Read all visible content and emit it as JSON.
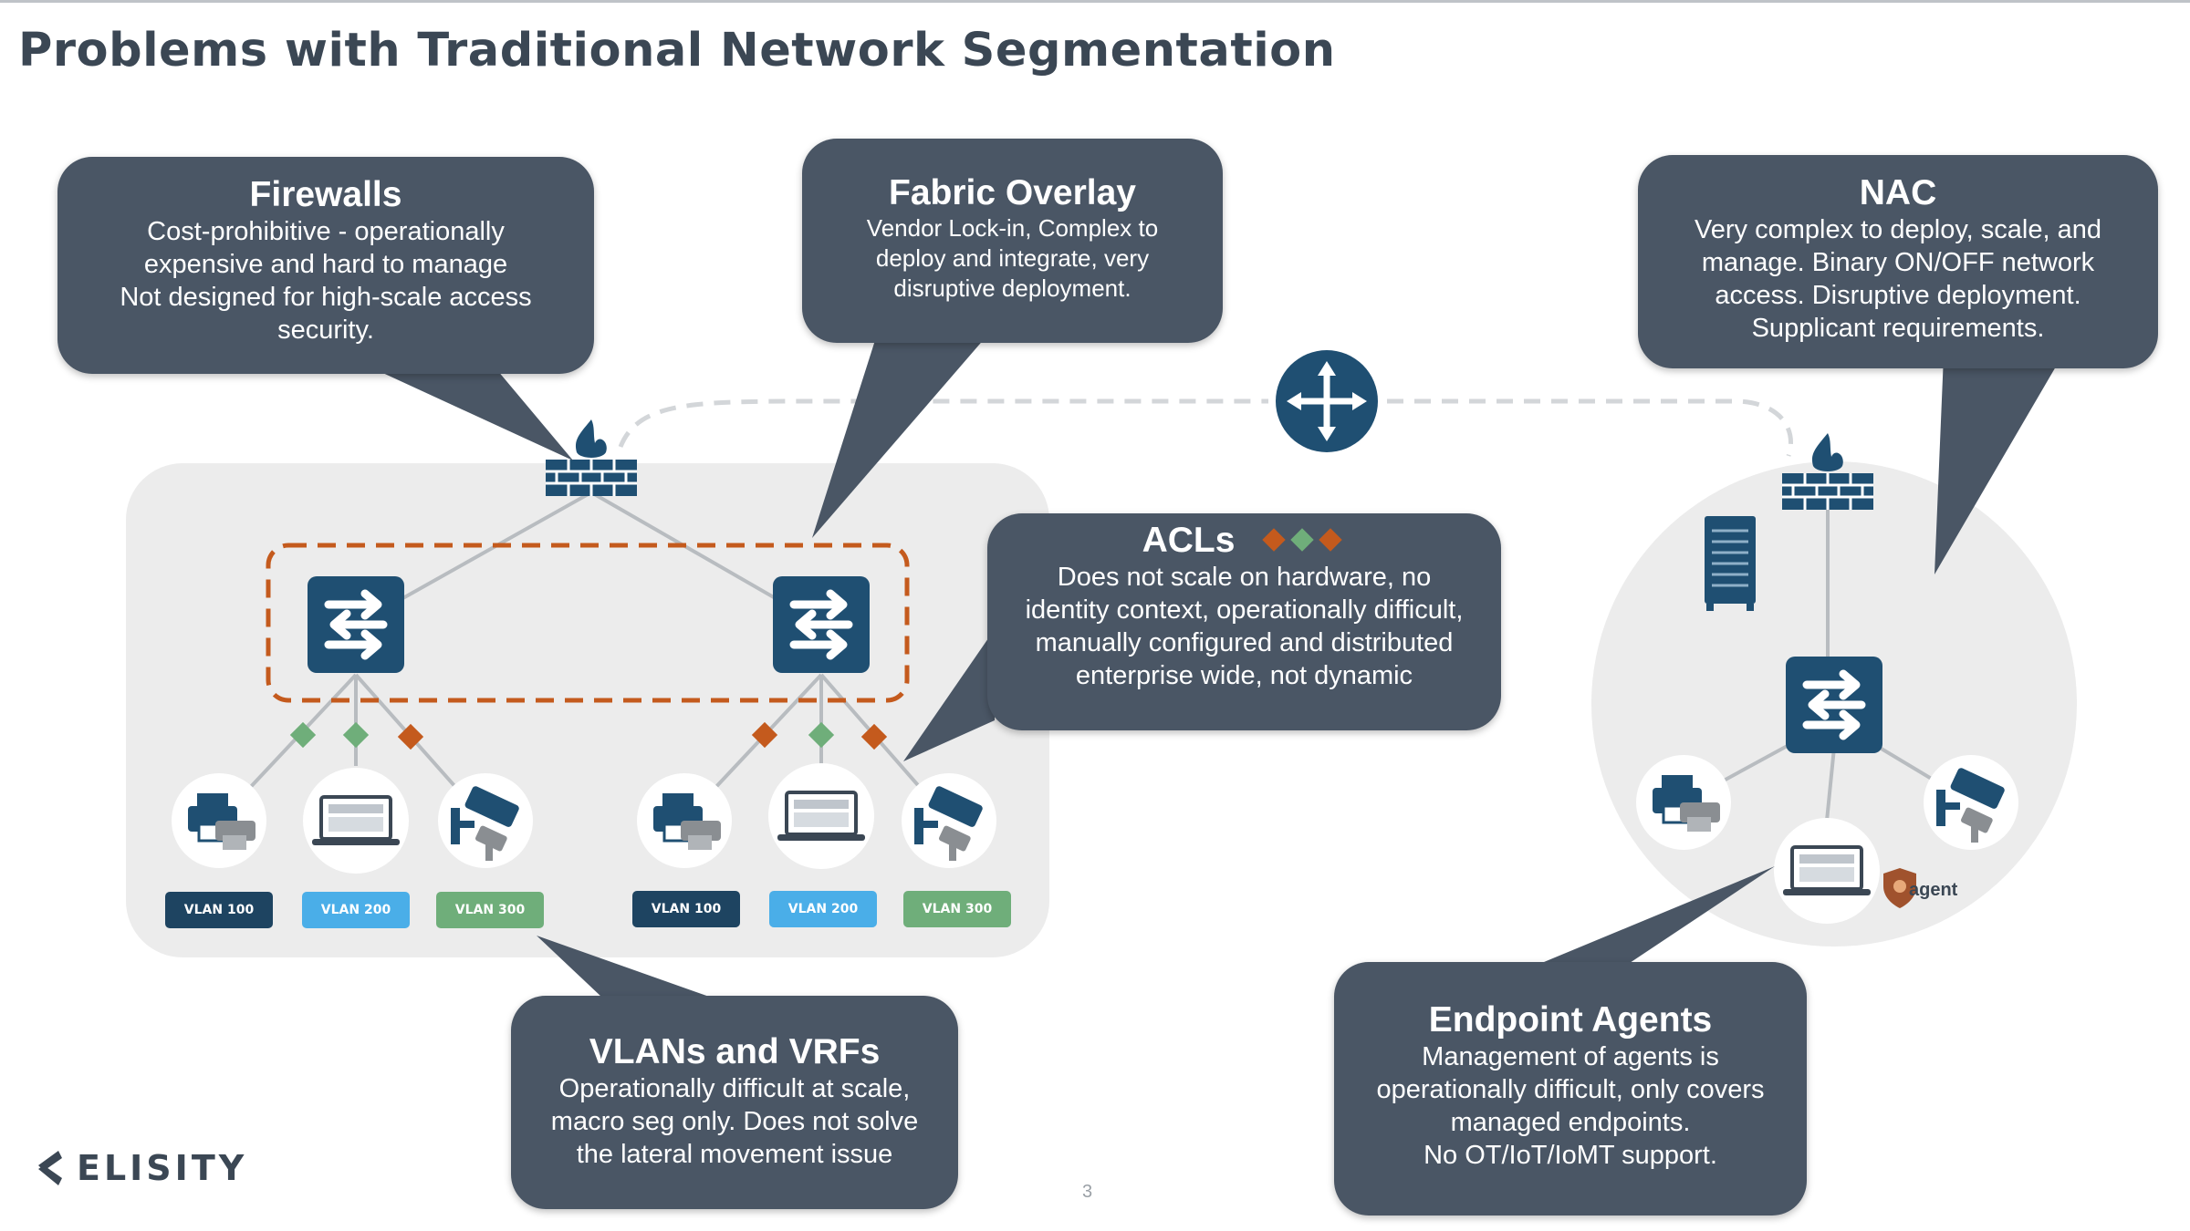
{
  "slide": {
    "title": "Problems with Traditional Network Segmentation",
    "page_number": "3",
    "logo_text": "ELISITY"
  },
  "callouts": {
    "firewalls": {
      "title": "Firewalls",
      "lines": [
        "Cost-prohibitive - operationally",
        "expensive and hard to manage",
        "Not designed for high-scale access",
        "security."
      ]
    },
    "fabric_overlay": {
      "title": "Fabric Overlay",
      "lines": [
        "Vendor Lock-in, Complex to",
        "deploy and integrate, very",
        "disruptive deployment."
      ]
    },
    "nac": {
      "title": "NAC",
      "lines": [
        "Very complex to deploy, scale, and",
        "manage.  Binary ON/OFF network",
        "access. Disruptive deployment.",
        "Supplicant requirements."
      ]
    },
    "acls": {
      "title": "ACLs",
      "lines": [
        "Does not scale on hardware, no",
        "identity context, operationally difficult,",
        "manually configured and distributed",
        "enterprise wide, not dynamic"
      ]
    },
    "vlans_vrfs": {
      "title": "VLANs and VRFs",
      "lines": [
        "Operationally difficult at scale,",
        "macro seg only. Does not solve",
        "the lateral movement issue"
      ]
    },
    "endpoint_agents": {
      "title": "Endpoint Agents",
      "lines": [
        "Management of agents is",
        "operationally difficult, only covers",
        "managed endpoints.",
        "No OT/IoT/IoMT support."
      ]
    }
  },
  "vlan_tags": {
    "left": [
      "VLAN 100",
      "VLAN 200",
      "VLAN 300"
    ],
    "right": [
      "VLAN 100",
      "VLAN 200",
      "VLAN 300"
    ]
  },
  "agent_label": "agent",
  "icons": [
    "firewall-icon",
    "switch-icon",
    "router-icon",
    "printer-icon",
    "laptop-icon",
    "camera-icon",
    "server-icon",
    "shield-icon",
    "diamond-icon"
  ],
  "colors": {
    "callout_bg": "#4a5665",
    "switch_blue": "#1f4f72",
    "vlan100": "#1e4461",
    "vlan200": "#4aaee8",
    "vlan300": "#6fae7a",
    "acl_orange": "#c45a1d",
    "acl_green": "#6fae7a",
    "title": "#3b4754"
  }
}
